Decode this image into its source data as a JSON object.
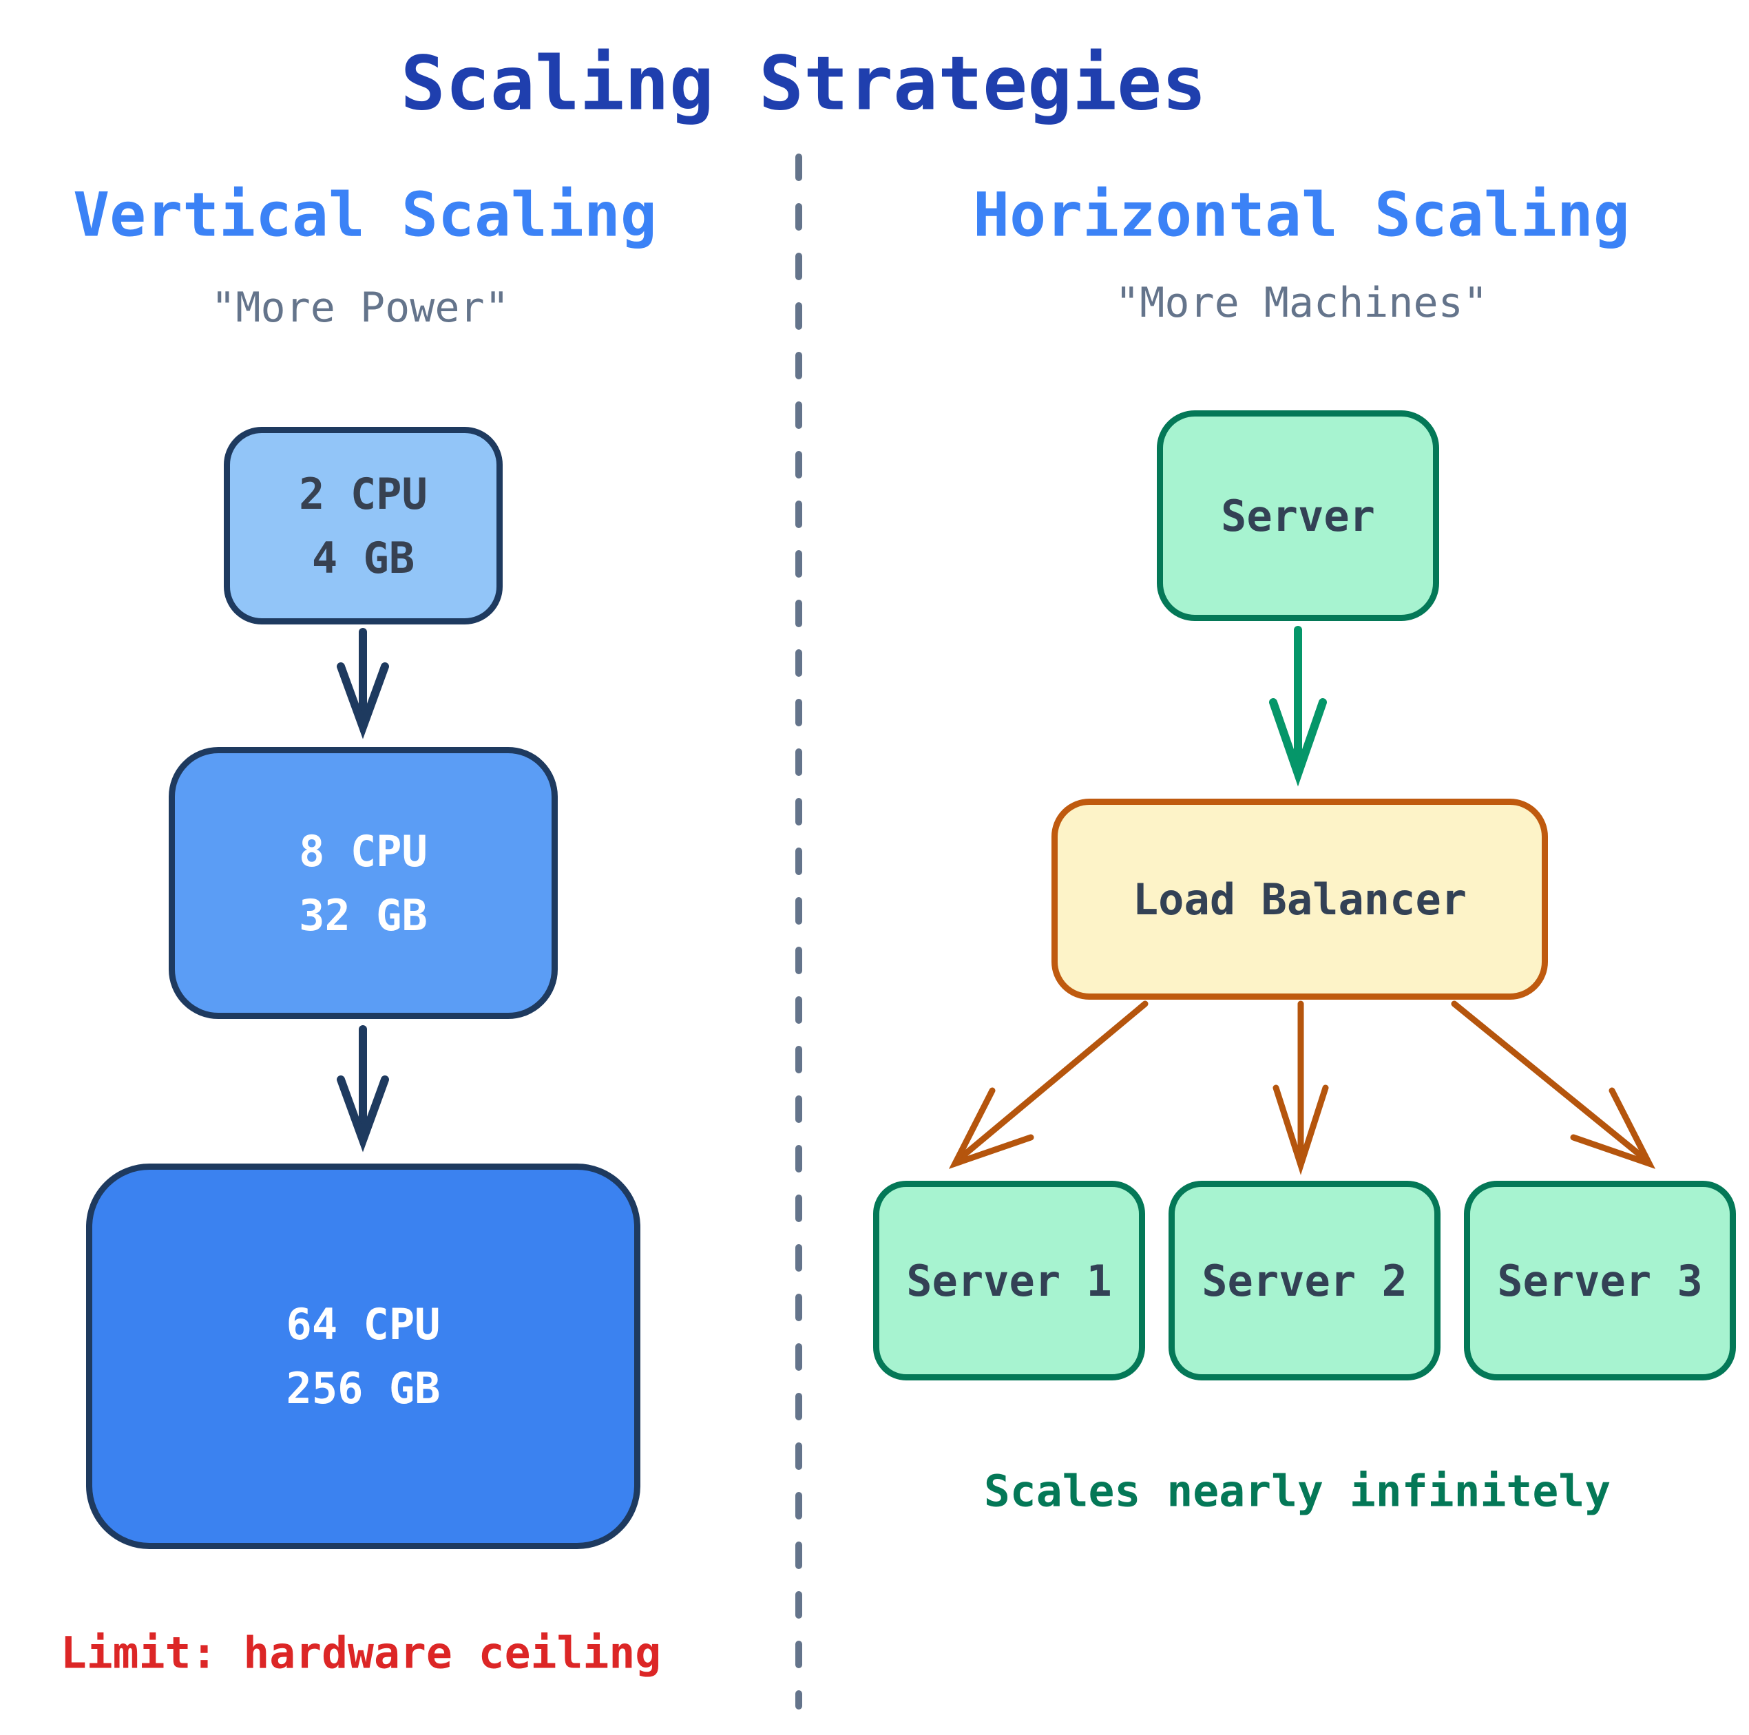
{
  "title": "Scaling Strategies",
  "left": {
    "heading": "Vertical Scaling",
    "subtitle": "\"More Power\"",
    "boxes": [
      {
        "lines": [
          "2 CPU",
          "4 GB"
        ]
      },
      {
        "lines": [
          "8 CPU",
          "32 GB"
        ]
      },
      {
        "lines": [
          "64 CPU",
          "256 GB"
        ]
      }
    ],
    "caption": "Limit: hardware ceiling"
  },
  "right": {
    "heading": "Horizontal Scaling",
    "subtitle": "\"More Machines\"",
    "server_label": "Server",
    "load_balancer_label": "Load Balancer",
    "servers": [
      "Server 1",
      "Server 2",
      "Server 3"
    ],
    "caption": "Scales nearly infinitely"
  },
  "colors": {
    "title_navy": "#1f3fae",
    "heading_blue": "#3b82f6",
    "subtitle_gray": "#64748b",
    "divider_gray": "#64748b",
    "navy_border_arrow": "#1e3a5f",
    "box_small_fill": "#92c5f8",
    "box_medium_fill": "#5b9df5",
    "box_large_fill": "#3b82f0",
    "green_fill": "#a7f3d0",
    "green_border": "#047857",
    "green_arrow": "#059669",
    "load_balancer_fill": "#fdf3c8",
    "load_balancer_border": "#bf5a0f",
    "orange_arrow": "#b5550d",
    "limit_red": "#dc2626",
    "scales_green": "#047857",
    "dark_text": "#374151",
    "white_text": "#ffffff"
  }
}
